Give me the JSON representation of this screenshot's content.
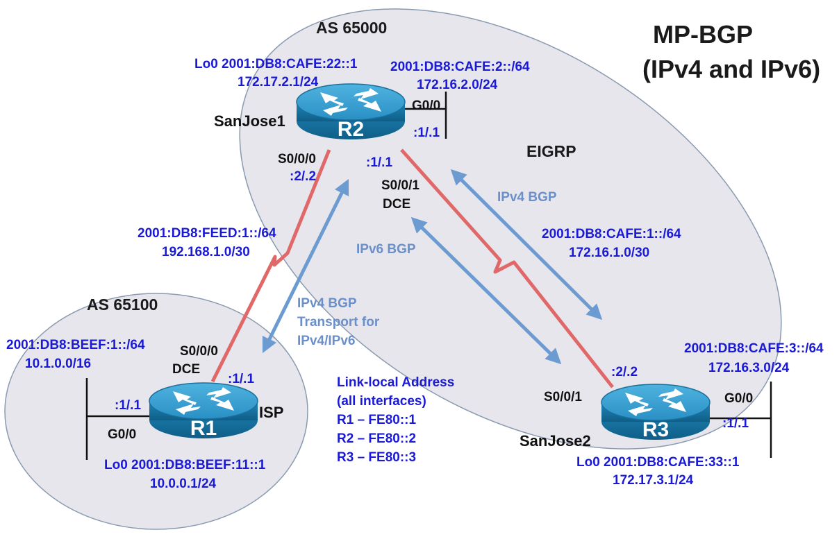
{
  "title": {
    "line1": "MP-BGP",
    "line2": "(IPv4 and IPv6)"
  },
  "as_labels": {
    "as65000": "AS 65000",
    "as65100": "AS 65100",
    "eigrp": "EIGRP"
  },
  "routers": {
    "r2": {
      "label": "R2",
      "hostname": "SanJose1",
      "lo0_v6": "Lo0 2001:DB8:CAFE:22::1",
      "lo0_v4": "172.17.2.1/24"
    },
    "r1": {
      "label": "R1",
      "hostname": "ISP",
      "lo0_v6": "Lo0 2001:DB8:BEEF:11::1",
      "lo0_v4": "10.0.0.1/24"
    },
    "r3": {
      "label": "R3",
      "hostname": "SanJose2",
      "lo0_v6": "Lo0 2001:DB8:CAFE:33::1",
      "lo0_v4": "172.17.3.1/24"
    }
  },
  "lans": {
    "r2_g00": {
      "v6": "2001:DB8:CAFE:2::/64",
      "v4": "172.16.2.0/24",
      "intf": "G0/0",
      "host": ":1/.1"
    },
    "r1_g00": {
      "v6": "2001:DB8:BEEF:1::/64",
      "v4": "10.1.0.0/16",
      "intf": "G0/0",
      "host": ":1/.1"
    },
    "r3_g00": {
      "v6": "2001:DB8:CAFE:3::/64",
      "v4": "172.16.3.0/24",
      "intf": "G0/0",
      "host": ":1/.1"
    }
  },
  "links": {
    "r1_r2": {
      "v6": "2001:DB8:FEED:1::/64",
      "v4": "192.168.1.0/30",
      "r2_intf": "S0/0/0",
      "r2_host": ":2/.2",
      "r1_intf": "S0/0/0",
      "r1_dce": "DCE",
      "r1_host": ":1/.1"
    },
    "r2_r3": {
      "v6": "2001:DB8:CAFE:1::/64",
      "v4": "172.16.1.0/30",
      "r2_host": ":1/.1",
      "r2_intf": "S0/0/1",
      "r2_dce": "DCE",
      "r3_host": ":2/.2",
      "r3_intf": "S0/0/1"
    }
  },
  "sessions": {
    "ipv4_bgp": "IPv4 BGP",
    "ipv6_bgp": "IPv6 BGP",
    "ebgp_l1": "IPv4 BGP",
    "ebgp_l2": "Transport for",
    "ebgp_l3": "IPv4/IPv6"
  },
  "link_local": {
    "title1": "Link-local Address",
    "title2": "(all interfaces)",
    "r1": "R1 – FE80::1",
    "r2": "R2 – FE80::2",
    "r3": "R3 – FE80::3"
  },
  "colors": {
    "address_text": "#1a1ad6",
    "session_arrow": "#6b9bd0",
    "serial_link": "#e06060",
    "as_region_fill": "#e6e6ec",
    "router_body": "#1d7fae"
  }
}
